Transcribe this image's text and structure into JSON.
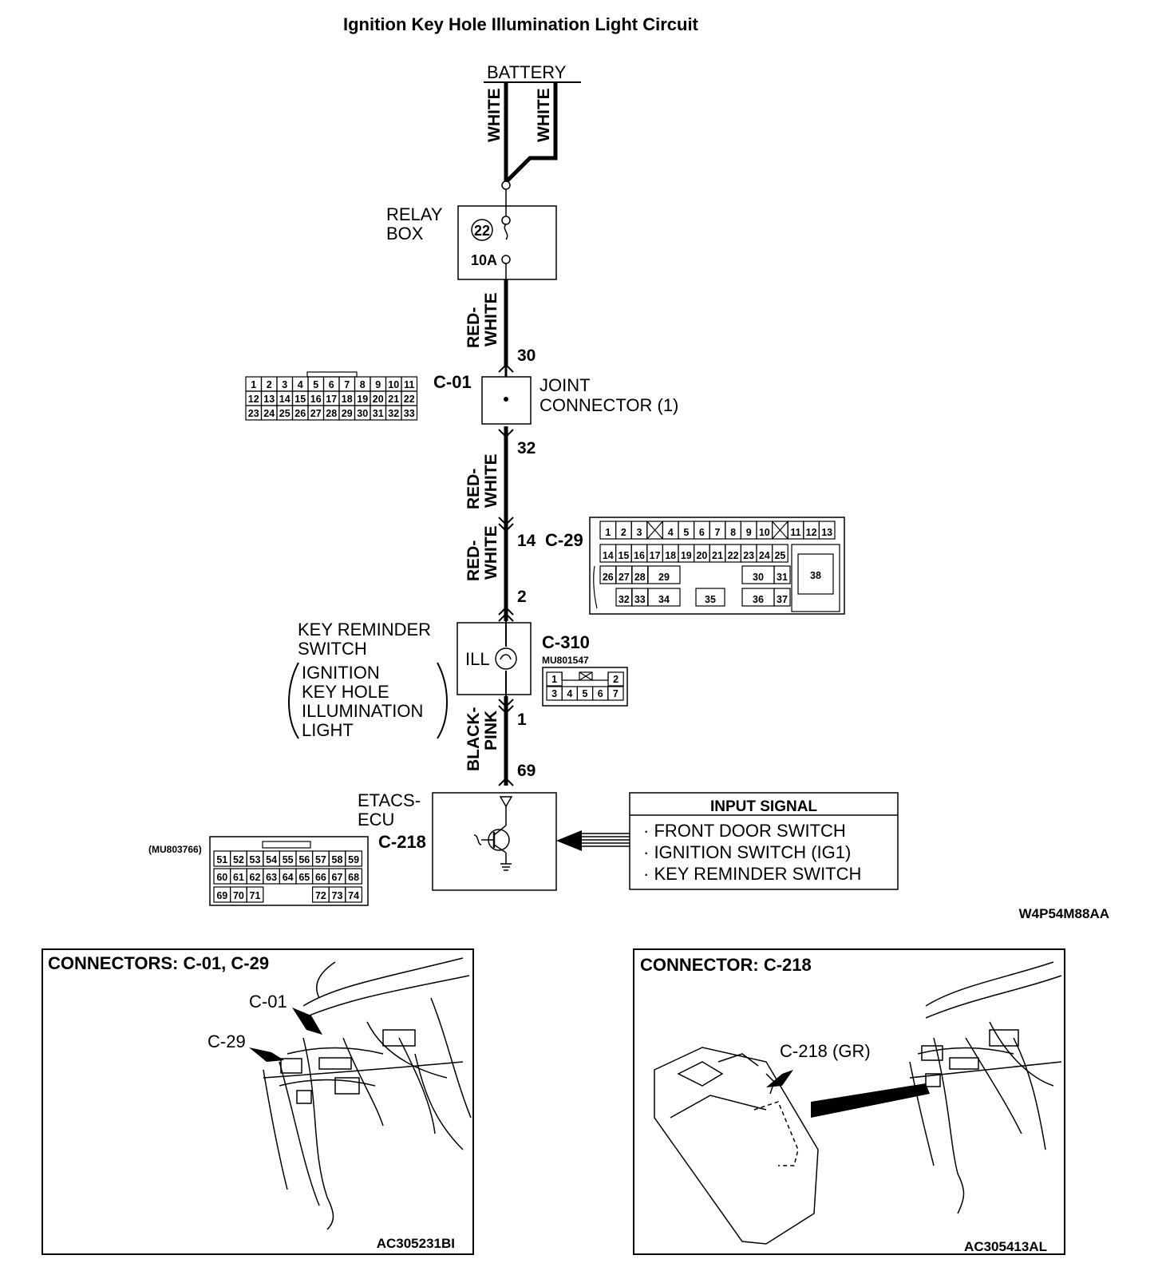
{
  "title": "Ignition Key Hole Illumination Light Circuit",
  "battery": "BATTERY",
  "wires": {
    "white_left": "WHITE",
    "white_right": "WHITE",
    "red_white_1": "RED-\nWHITE",
    "red_white_2": "RED-\nWHITE",
    "red_white_3": "RED-\nWHITE",
    "black_pink": "BLACK-\nPINK"
  },
  "relay_box": {
    "label_line1": "RELAY",
    "label_line2": "BOX",
    "fuse_number": "22",
    "fuse_rating": "10A"
  },
  "pins": {
    "p30": "30",
    "p32": "32",
    "p14": "14",
    "p2": "2",
    "p1": "1",
    "p69": "69"
  },
  "joint_connector": {
    "id": "C-01",
    "label_line1": "JOINT",
    "label_line2": "CONNECTOR (1)",
    "rows": [
      [
        "1",
        "2",
        "3",
        "4",
        "5",
        "6",
        "7",
        "8",
        "9",
        "10",
        "11"
      ],
      [
        "12",
        "13",
        "14",
        "15",
        "16",
        "17",
        "18",
        "19",
        "20",
        "21",
        "22"
      ],
      [
        "23",
        "24",
        "25",
        "26",
        "27",
        "28",
        "29",
        "30",
        "31",
        "32",
        "33"
      ]
    ]
  },
  "c29": {
    "id": "C-29",
    "row1": [
      "1",
      "2",
      "3",
      "",
      "4",
      "5",
      "6",
      "7",
      "8",
      "9",
      "10",
      "",
      "11",
      "12",
      "13"
    ],
    "row2": [
      "14",
      "15",
      "16",
      "17",
      "18",
      "19",
      "20",
      "21",
      "22",
      "23",
      "24",
      "25"
    ],
    "row3": [
      "26",
      "27",
      "28",
      "29",
      "30",
      "31"
    ],
    "row4": [
      "32",
      "33",
      "34",
      "35",
      "36",
      "37"
    ],
    "big": "38"
  },
  "key_reminder": {
    "line1": "KEY REMINDER",
    "line2": "SWITCH",
    "paren1": "IGNITION",
    "paren2": "KEY HOLE",
    "paren3": "ILLUMINATION",
    "paren4": "LIGHT",
    "ill": "ILL",
    "connector": "C-310",
    "part_no": "MU801547",
    "row1": [
      "1",
      "2"
    ],
    "row2": [
      "3",
      "4",
      "5",
      "6",
      "7"
    ]
  },
  "etacs": {
    "line1": "ETACS-",
    "line2": "ECU",
    "connector": "C-218",
    "part_no": "(MU803766)",
    "row1": [
      "51",
      "52",
      "53",
      "54",
      "55",
      "56",
      "57",
      "58",
      "59"
    ],
    "row2": [
      "60",
      "61",
      "62",
      "63",
      "64",
      "65",
      "66",
      "67",
      "68"
    ],
    "row3": [
      "69",
      "70",
      "71",
      "72",
      "73",
      "74"
    ]
  },
  "input_signal": {
    "header": "INPUT SIGNAL",
    "items": [
      "· FRONT DOOR SWITCH",
      "· IGNITION SWITCH (IG1)",
      "· KEY REMINDER SWITCH"
    ]
  },
  "diagram_code": "W4P54M88AA",
  "panel_left": {
    "title": "CONNECTORS: C-01, C-29",
    "label_c01": "C-01",
    "label_c29": "C-29",
    "code": "AC305231BI"
  },
  "panel_right": {
    "title": "CONNECTOR: C-218",
    "label": "C-218 (GR)",
    "code": "AC305413AL"
  }
}
